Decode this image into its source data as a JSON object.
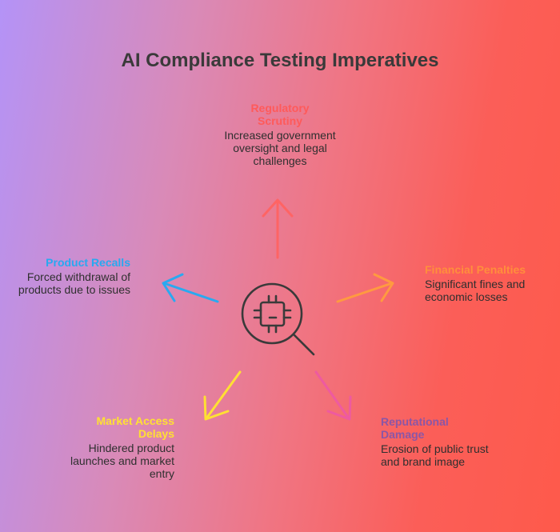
{
  "title": "AI Compliance Testing Imperatives",
  "items": {
    "regulatory": {
      "title": "Regulatory Scrutiny",
      "description": "Increased government oversight and legal challenges",
      "color": "#ff5a5a"
    },
    "recalls": {
      "title": "Product Recalls",
      "description": "Forced withdrawal of products due to issues",
      "color": "#27a9f0"
    },
    "financial": {
      "title": "Financial Penalties",
      "description": "Significant fines and economic losses",
      "color": "#ff8e3c"
    },
    "market": {
      "title": "Market Access Delays",
      "description": "Hindered product launches and market entry",
      "color": "#ffe033"
    },
    "reputation": {
      "title": "Reputational Damage",
      "description": "Erosion of public trust and brand image",
      "color": "#e8508e"
    }
  },
  "center_icon": "chip-magnifier-icon"
}
